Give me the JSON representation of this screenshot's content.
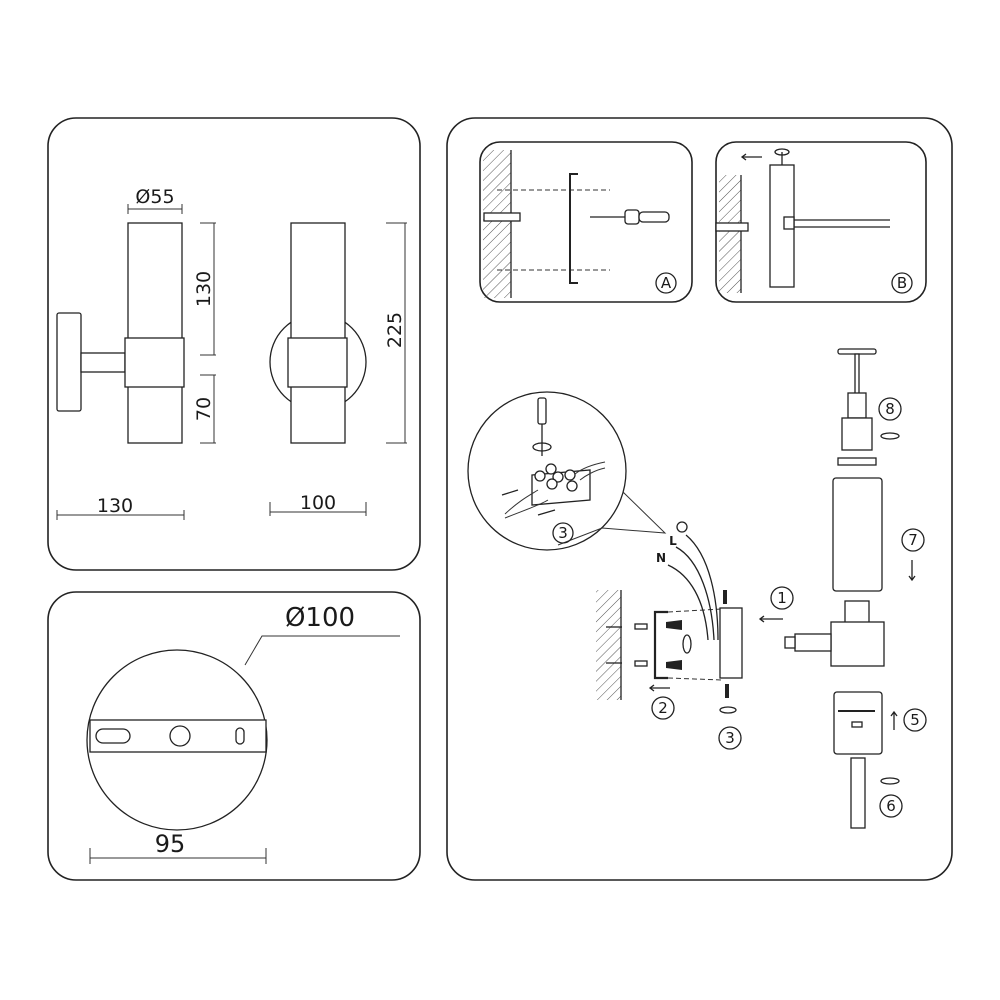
{
  "dimensions_panel": {
    "shade_diameter": "Ø55",
    "upper_height": "130",
    "lower_height": "70",
    "total_height": "225",
    "depth": "130",
    "width": "100"
  },
  "mounting_plate_panel": {
    "plate_diameter": "Ø100",
    "hole_spacing": "95"
  },
  "installation_panel": {
    "detail_a_label": "A",
    "detail_b_label": "B",
    "wire_labels": {
      "neutral": "N",
      "live": "L"
    },
    "steps": [
      "1",
      "2",
      "3",
      "3",
      "5",
      "6",
      "7",
      "8"
    ]
  }
}
